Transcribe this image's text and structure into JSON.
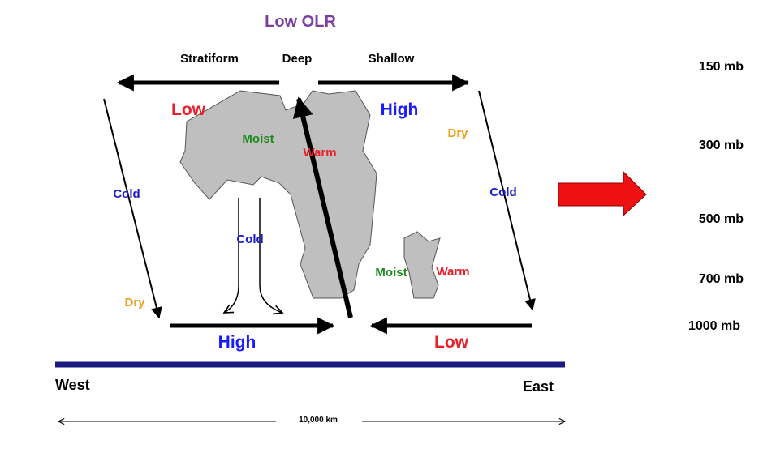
{
  "title": "Low OLR",
  "layers": {
    "stratiform": "Stratiform",
    "deep": "Deep",
    "shallow": "Shallow"
  },
  "pressure_levels": [
    "150 mb",
    "300 mb",
    "500 mb",
    "700 mb",
    "1000 mb"
  ],
  "labels": {
    "low": "Low",
    "high": "High",
    "moist": "Moist",
    "warm": "Warm",
    "dry": "Dry",
    "cold": "Cold"
  },
  "axis": {
    "west": "West",
    "east": "East",
    "distance": "10,000 km"
  },
  "colors": {
    "title": "#7b3fa0",
    "low": "#e8202a",
    "high": "#1a1aff",
    "moist": "#1e8a1e",
    "warm": "#e8202a",
    "dry": "#f0a020",
    "cold": "#1a1acc",
    "ground": "#1a1a80",
    "cloud": "#bfbfbf",
    "east_arrow": "#ee1111"
  }
}
